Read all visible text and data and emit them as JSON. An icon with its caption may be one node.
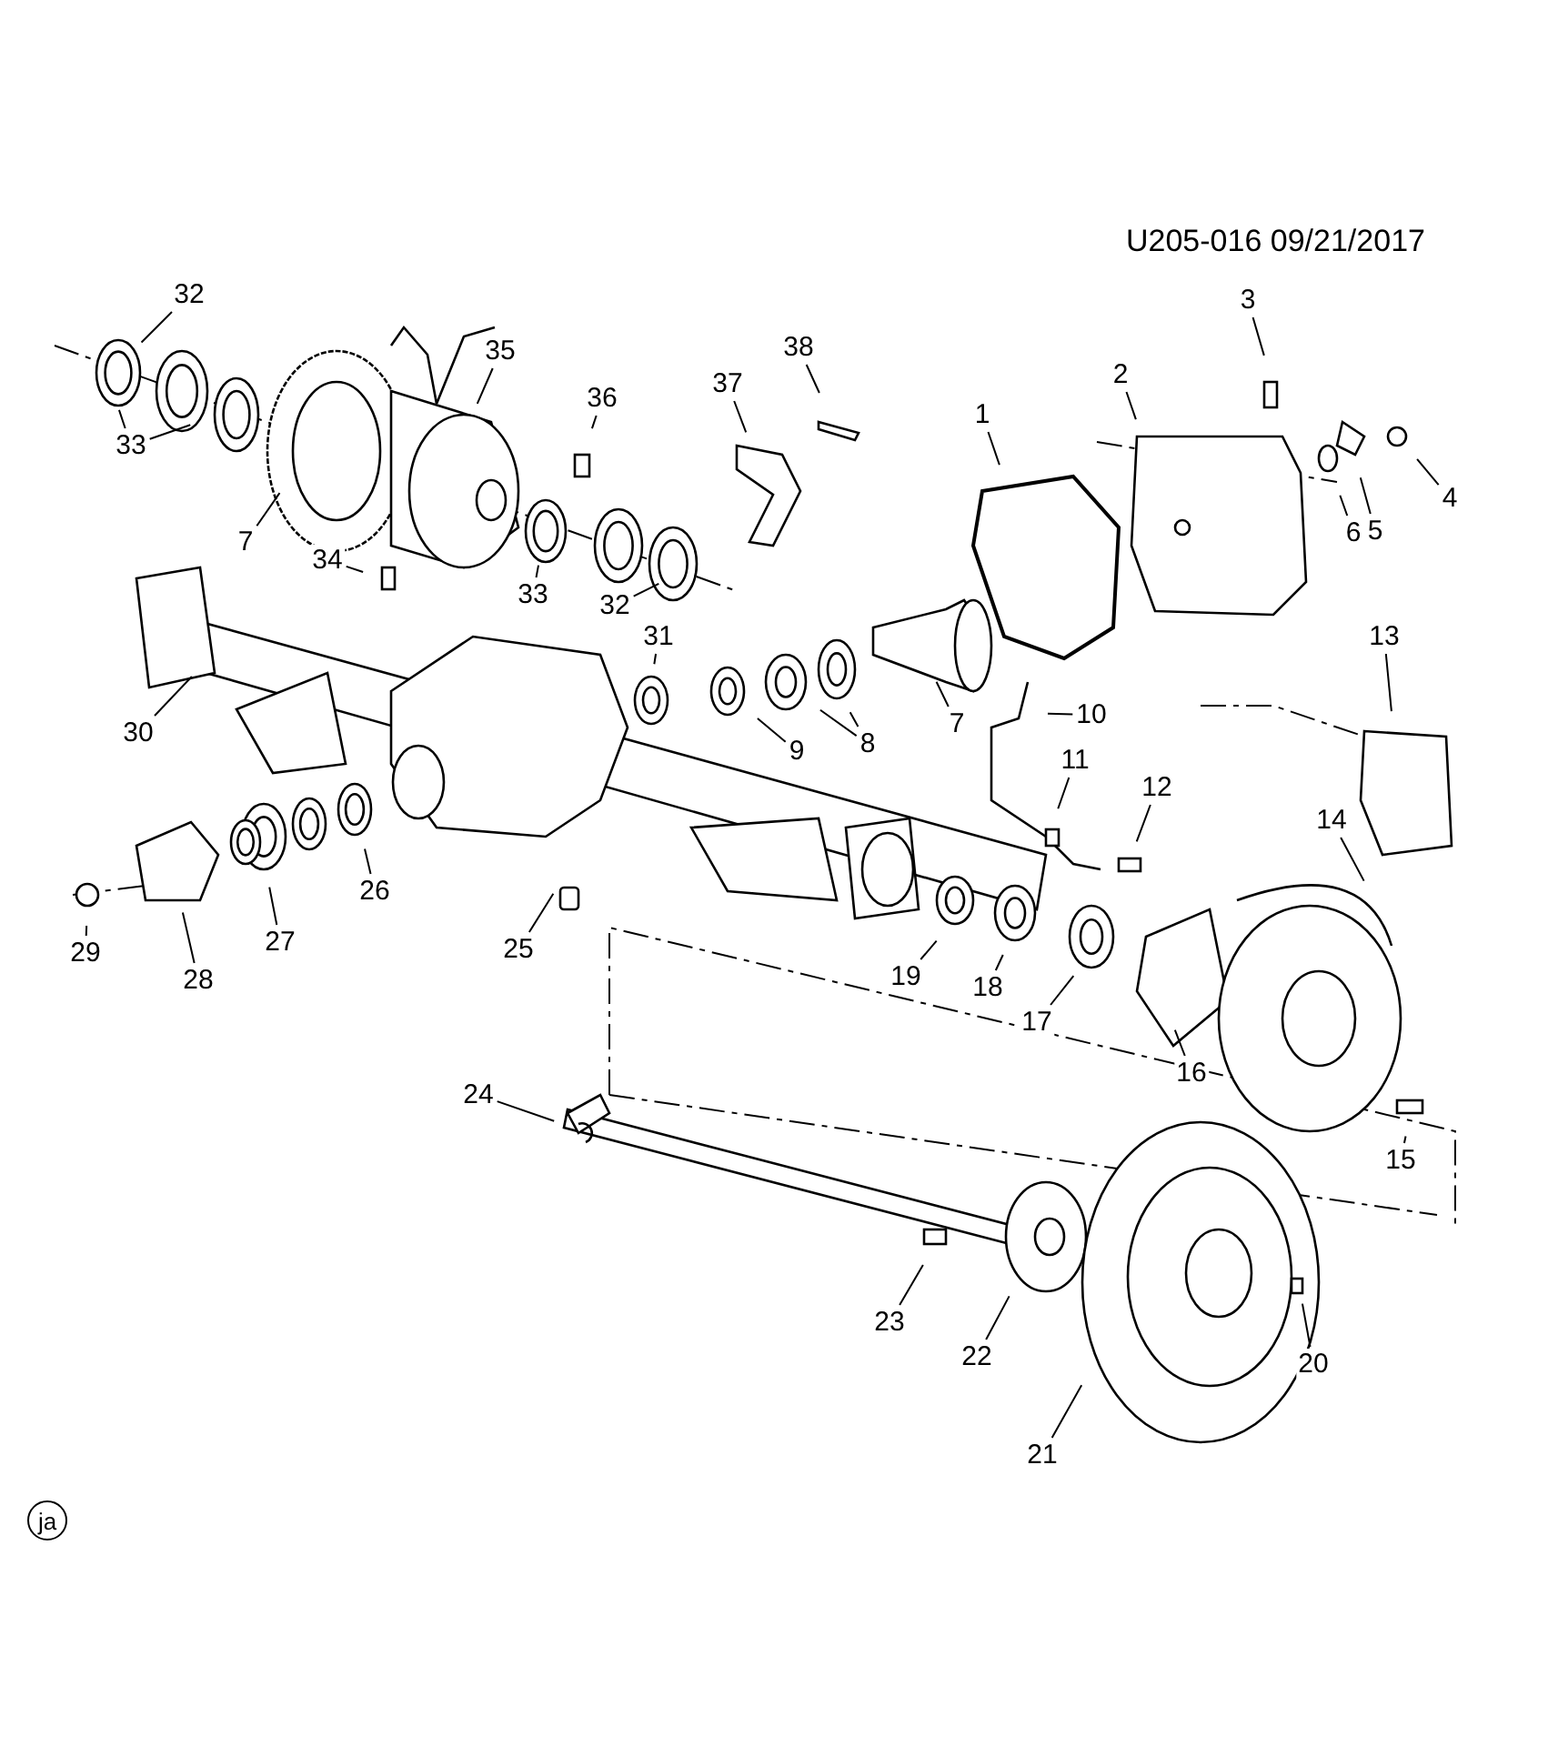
{
  "diagram": {
    "title": "U205-016 09/21/2017",
    "nodes": [
      {
        "text": [
          "32"
        ]
      },
      {
        "text": [
          "33"
        ]
      },
      {
        "text": [
          "7"
        ]
      },
      {
        "text": [
          "35"
        ]
      },
      {
        "text": [
          "36"
        ]
      },
      {
        "text": [
          "33"
        ]
      },
      {
        "text": [
          "32"
        ]
      },
      {
        "text": [
          "34"
        ]
      },
      {
        "text": [
          "37"
        ]
      },
      {
        "text": [
          "38"
        ]
      },
      {
        "text": [
          "1"
        ]
      },
      {
        "text": [
          "2"
        ]
      },
      {
        "text": [
          "3"
        ]
      },
      {
        "text": [
          "4"
        ]
      },
      {
        "text": [
          "5"
        ]
      },
      {
        "text": [
          "6"
        ]
      },
      {
        "text": [
          "31"
        ]
      },
      {
        "text": [
          "9"
        ]
      },
      {
        "text": [
          "8"
        ]
      },
      {
        "text": [
          "7"
        ]
      },
      {
        "text": [
          "10"
        ]
      },
      {
        "text": [
          "11"
        ]
      },
      {
        "text": [
          "12"
        ]
      },
      {
        "text": [
          "13"
        ]
      },
      {
        "text": [
          "14"
        ]
      },
      {
        "text": [
          "30"
        ]
      },
      {
        "text": [
          "26"
        ]
      },
      {
        "text": [
          "27"
        ]
      },
      {
        "text": [
          "28"
        ]
      },
      {
        "text": [
          "29"
        ]
      },
      {
        "text": [
          "25"
        ]
      },
      {
        "text": [
          "19"
        ]
      },
      {
        "text": [
          "18"
        ]
      },
      {
        "text": [
          "17"
        ]
      },
      {
        "text": [
          "16"
        ]
      },
      {
        "text": [
          "15"
        ]
      },
      {
        "text": [
          "24"
        ]
      },
      {
        "text": [
          "23"
        ]
      },
      {
        "text": [
          "22"
        ]
      },
      {
        "text": [
          "20"
        ]
      },
      {
        "text": [
          "21"
        ]
      },
      {
        "text": [
          "ja"
        ]
      }
    ],
    "edges": [
      {
        "from": 0,
        "to": null,
        "arrow": "none"
      },
      {
        "from": 1,
        "to": null,
        "arrow": "none"
      },
      {
        "from": 1,
        "to": null,
        "arrow": "none"
      },
      {
        "from": 2,
        "to": null,
        "arrow": "none"
      },
      {
        "from": 3,
        "to": null,
        "arrow": "none"
      },
      {
        "from": 4,
        "to": null,
        "arrow": "none"
      },
      {
        "from": 5,
        "to": null,
        "arrow": "none"
      },
      {
        "from": 6,
        "to": null,
        "arrow": "none"
      },
      {
        "from": 7,
        "to": null,
        "arrow": "none"
      },
      {
        "from": 8,
        "to": null,
        "arrow": "none"
      },
      {
        "from": 9,
        "to": null,
        "arrow": "none"
      },
      {
        "from": 10,
        "to": null,
        "arrow": "none"
      },
      {
        "from": 11,
        "to": null,
        "arrow": "none"
      },
      {
        "from": 12,
        "to": null,
        "arrow": "none"
      },
      {
        "from": 13,
        "to": null,
        "arrow": "none"
      },
      {
        "from": 14,
        "to": null,
        "arrow": "none"
      },
      {
        "from": 15,
        "to": null,
        "arrow": "none"
      },
      {
        "from": 16,
        "to": null,
        "arrow": "none"
      },
      {
        "from": 17,
        "to": null,
        "arrow": "none"
      },
      {
        "from": 18,
        "to": null,
        "arrow": "none"
      },
      {
        "from": 18,
        "to": null,
        "arrow": "none"
      },
      {
        "from": 19,
        "to": null,
        "arrow": "none"
      },
      {
        "from": 20,
        "to": null,
        "arrow": "none"
      },
      {
        "from": 21,
        "to": null,
        "arrow": "none"
      },
      {
        "from": 22,
        "to": null,
        "arrow": "none"
      },
      {
        "from": 23,
        "to": null,
        "arrow": "none"
      },
      {
        "from": 24,
        "to": null,
        "arrow": "none"
      },
      {
        "from": 25,
        "to": null,
        "arrow": "none"
      },
      {
        "from": 26,
        "to": null,
        "arrow": "none"
      },
      {
        "from": 27,
        "to": null,
        "arrow": "none"
      },
      {
        "from": 28,
        "to": null,
        "arrow": "none"
      },
      {
        "from": 29,
        "to": null,
        "arrow": "none"
      },
      {
        "from": 30,
        "to": null,
        "arrow": "none"
      },
      {
        "from": 31,
        "to": null,
        "arrow": "none"
      },
      {
        "from": 32,
        "to": null,
        "arrow": "none"
      },
      {
        "from": 33,
        "to": null,
        "arrow": "none"
      },
      {
        "from": 34,
        "to": null,
        "arrow": "none"
      },
      {
        "from": 35,
        "to": null,
        "arrow": "none"
      },
      {
        "from": 36,
        "to": null,
        "arrow": "none"
      },
      {
        "from": 37,
        "to": null,
        "arrow": "none"
      },
      {
        "from": 38,
        "to": null,
        "arrow": "none"
      },
      {
        "from": 39,
        "to": null,
        "arrow": "none"
      },
      {
        "from": 40,
        "to": null,
        "arrow": "none"
      }
    ]
  }
}
